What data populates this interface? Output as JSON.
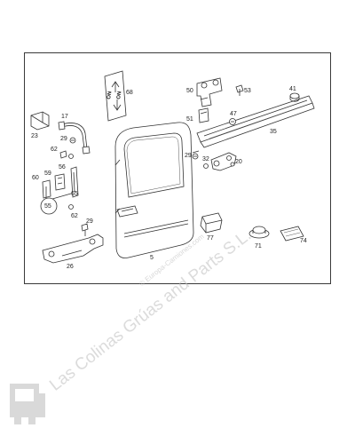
{
  "diagram": {
    "part_numbers": [
      "68",
      "50",
      "53",
      "41",
      "23",
      "17",
      "51",
      "47",
      "35",
      "62",
      "29",
      "20",
      "56",
      "59",
      "60",
      "32",
      "29",
      "65",
      "55",
      "62",
      "29",
      "77",
      "71",
      "74",
      "26",
      "5"
    ],
    "sticker": {
      "lines": [
        "ON",
        "ON"
      ]
    }
  },
  "watermark": {
    "text": "Las Colinas Grúas and Parts S.L.",
    "subtext": "© Europa-Camiones.com"
  },
  "colors": {
    "frame_border": "#3a3a3a",
    "line_art": "#333333",
    "watermark": "#bdbdbd",
    "logo": "#d9d9d9"
  },
  "icons": {
    "logo": "truck-logo-icon"
  }
}
